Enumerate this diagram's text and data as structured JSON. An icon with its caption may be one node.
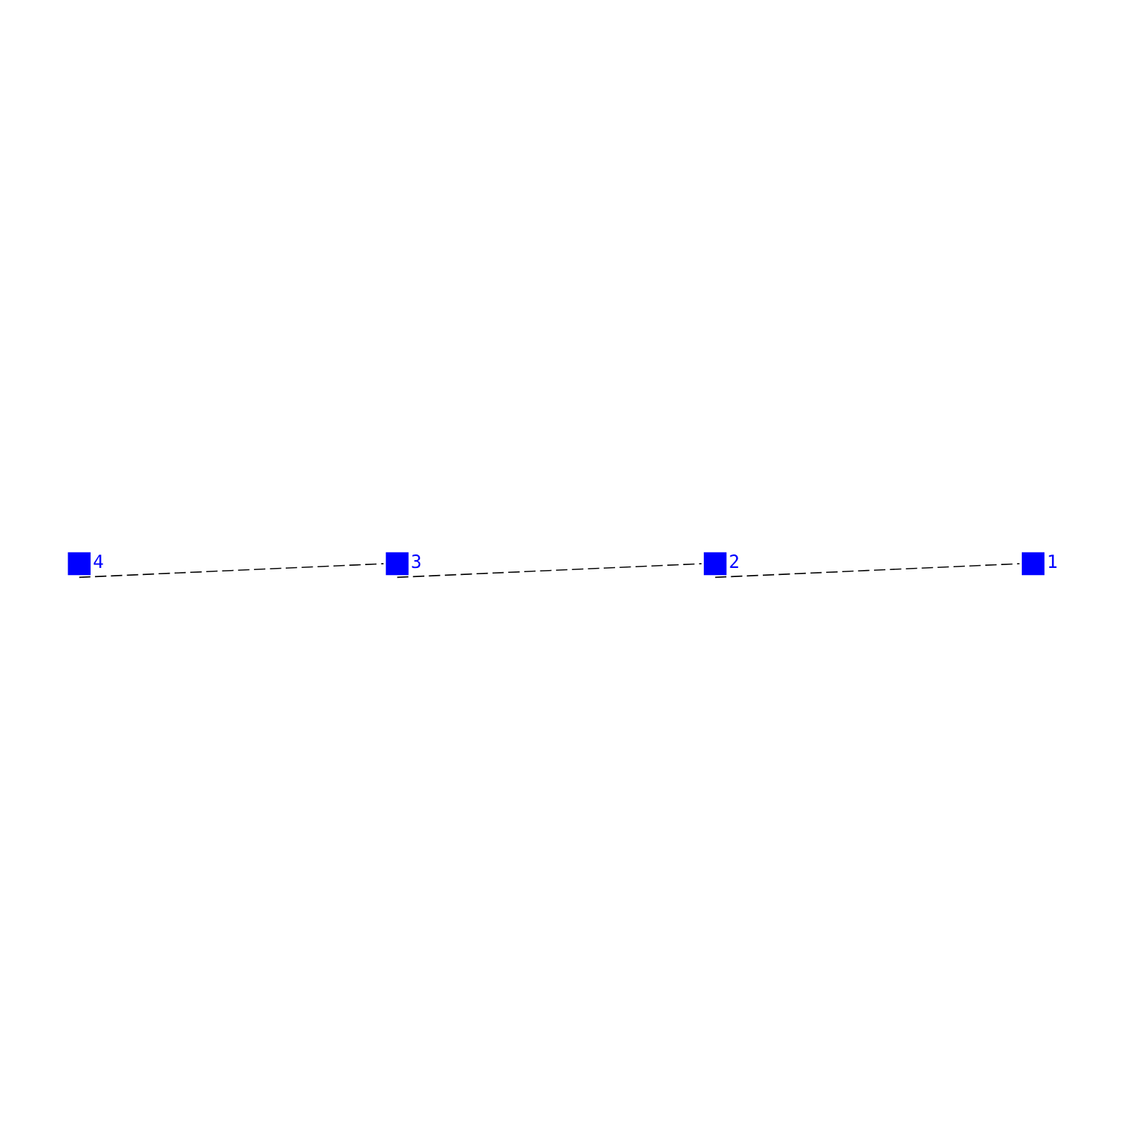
{
  "diagram": {
    "nodes": [
      {
        "text": [],
        "shape": "box",
        "beside": [
          "4"
        ]
      },
      {
        "text": [],
        "shape": "box",
        "beside": [
          "3"
        ]
      },
      {
        "text": [],
        "shape": "box",
        "beside": [
          "2"
        ]
      },
      {
        "text": [],
        "shape": "box",
        "beside": [
          "1"
        ]
      }
    ],
    "edges": [
      {
        "from": 0,
        "to": 1,
        "arrow": "none",
        "style": "dashed"
      },
      {
        "from": 1,
        "to": 2,
        "arrow": "none",
        "style": "dashed"
      },
      {
        "from": 2,
        "to": 3,
        "arrow": "none",
        "style": "dashed"
      }
    ]
  }
}
